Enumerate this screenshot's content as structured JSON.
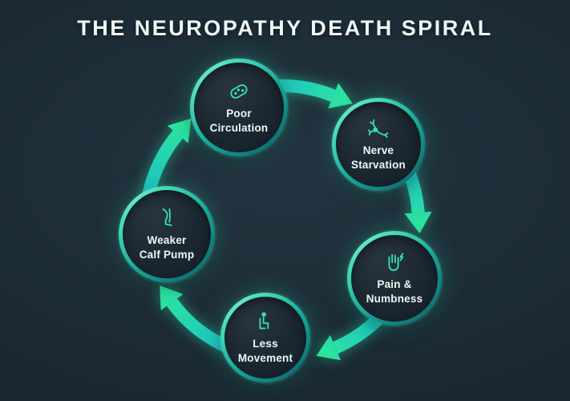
{
  "title": "THE NEUROPATHY DEATH SPIRAL",
  "diagram": {
    "type": "cycle",
    "direction": "clockwise",
    "nodes": [
      {
        "label": "Poor\nCirculation",
        "icon": "blood-vessel-icon"
      },
      {
        "label": "Nerve\nStarvation",
        "icon": "neuron-icon"
      },
      {
        "label": "Pain &\nNumbness",
        "icon": "numb-hand-icon"
      },
      {
        "label": "Less\nMovement",
        "icon": "seated-person-icon"
      },
      {
        "label": "Weaker\nCalf Pump",
        "icon": "calf-muscle-icon"
      }
    ],
    "colors": {
      "background": "#1b2a33",
      "arrow_teal": "#17b6cd",
      "arrow_green": "#2fe99c",
      "ring_teal": "#15a89b",
      "text": "#f0f6f6"
    }
  }
}
